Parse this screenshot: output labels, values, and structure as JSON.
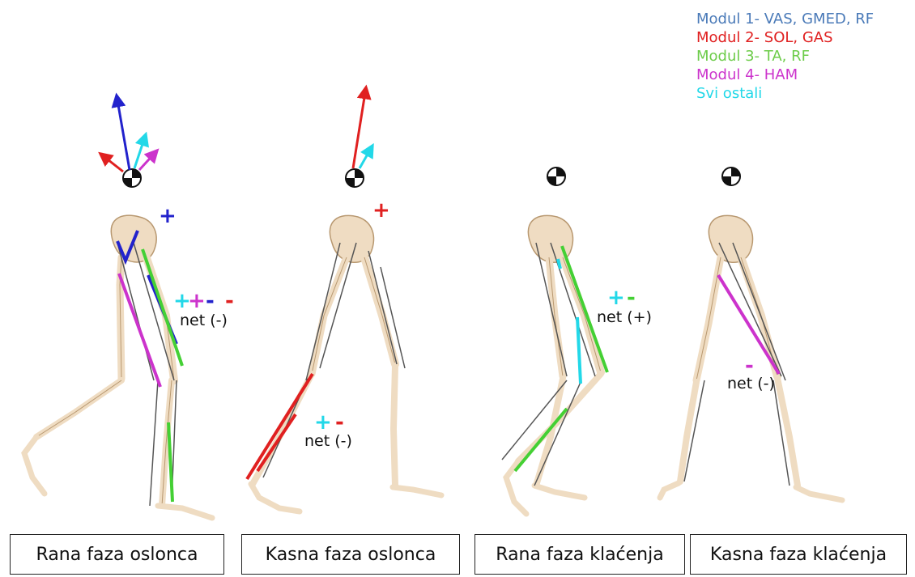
{
  "colors": {
    "module1": "#2222cc",
    "module1_legend": "#4a7ab8",
    "module2": "#e02020",
    "module3": "#44d034",
    "module3_legend": "#6dcc4a",
    "module4": "#cc33cc",
    "others": "#22d8e8",
    "bone": "#efdcc2",
    "bone_edge": "#b89870",
    "joint_line": "#555555"
  },
  "legend": [
    {
      "label": "Modul 1- VAS, GMED, RF",
      "color": "#4a7ab8"
    },
    {
      "label": "Modul 2- SOL, GAS",
      "color": "#e02020"
    },
    {
      "label": "Modul 3- TA, RF",
      "color": "#6dcc4a"
    },
    {
      "label": "Modul 4- HAM",
      "color": "#cc33cc"
    },
    {
      "label": "Svi ostali",
      "color": "#22d8e8"
    }
  ],
  "phases": [
    {
      "label": "Rana faza oslonca",
      "net": "net (-)",
      "signs": [
        {
          "text": "+",
          "color": "#22d8e8"
        },
        {
          "text": "+",
          "color": "#cc33cc"
        },
        {
          "text": "-",
          "color": "#2222cc"
        },
        {
          "text": "-",
          "color": "#e02020"
        }
      ],
      "com_sign": {
        "text": "+",
        "color": "#2222cc"
      }
    },
    {
      "label": "Kasna faza oslonca",
      "net": "net (-)",
      "signs": [
        {
          "text": "+",
          "color": "#22d8e8"
        },
        {
          "text": "-",
          "color": "#e02020"
        }
      ],
      "com_sign": {
        "text": "+",
        "color": "#e02020"
      }
    },
    {
      "label": "Rana faza klaćenja",
      "net": "net (+)",
      "signs": [
        {
          "text": "+",
          "color": "#22d8e8"
        },
        {
          "text": "-",
          "color": "#44d034"
        }
      ]
    },
    {
      "label": "Kasna faza klaćenja",
      "net": "net (-)",
      "signs": [
        {
          "text": "-",
          "color": "#cc33cc"
        }
      ]
    }
  ]
}
